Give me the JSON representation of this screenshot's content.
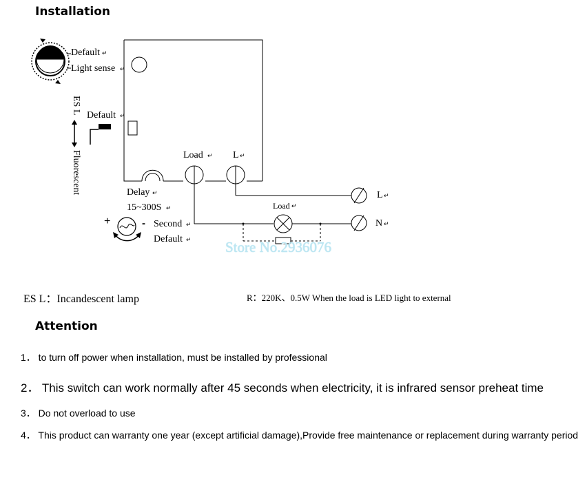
{
  "installation": {
    "heading": "Installation"
  },
  "diagram": {
    "dial_label_default": "Default",
    "dial_label_light": "Light sense",
    "switch_default": "Default",
    "es_l": "ES L",
    "fluorescent": "Fluorescent",
    "terminal_load": "Load",
    "terminal_l": "L",
    "delay_label": "Delay",
    "delay_range": "15~300S",
    "pot_plus": "+",
    "pot_minus": "-",
    "pot_second": "Second",
    "pot_default": "Default",
    "load_lamp_label": "Load",
    "line_l": "L",
    "line_n": "N",
    "watermark": "Store No.2936076"
  },
  "legend": {
    "es_l_text": "ES L：Incandescent lamp",
    "resistor_text": "R：220K、0.5W  When the load is LED light to external"
  },
  "attention": {
    "heading": "Attention",
    "items": [
      "1． to turn off power when installation, must be installed by professional",
      "2．  This switch can work normally after 45 seconds when electricity, it is infrared sensor preheat time",
      "3． Do not overload to use",
      "4． This product can warranty one year (except artificial damage),Provide free maintenance or replacement during warranty period"
    ]
  }
}
